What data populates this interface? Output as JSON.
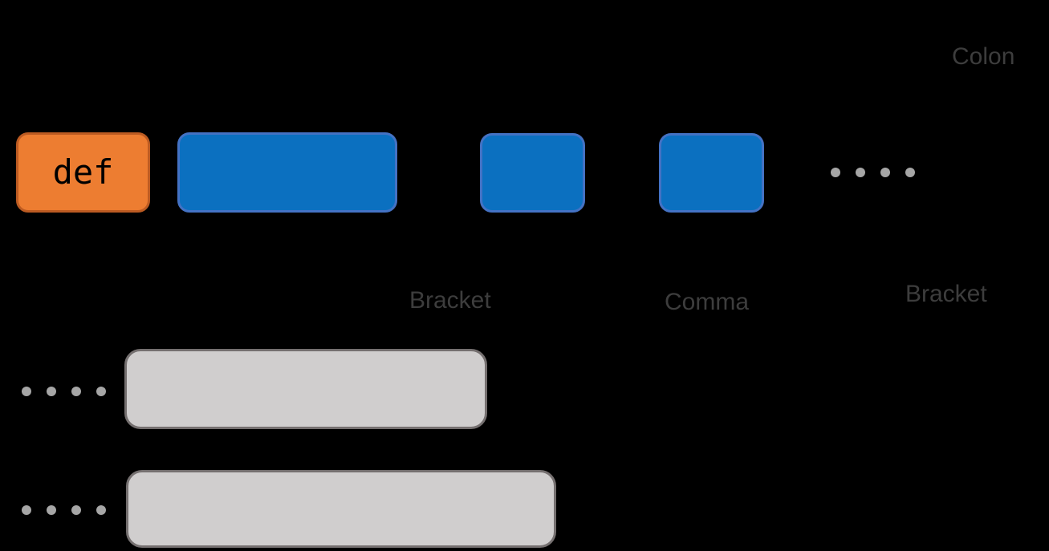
{
  "figure": {
    "background": "#000000"
  },
  "tokens": {
    "def_label": "def"
  },
  "annotations": {
    "colon": "Colon",
    "bracket_open": "Bracket",
    "comma": "Comma",
    "bracket_close": "Bracket"
  },
  "colors": {
    "background": "#000000",
    "keyword_fill": "#ED7D31",
    "keyword_border": "#BC5B22",
    "keyword_text": "#000000",
    "token_fill": "#0B70C0",
    "token_border": "#4472C4",
    "mask_fill": "#D0CECE",
    "mask_border": "#757070",
    "dot": "#A6A6A6",
    "annotation_text": "#3D3D3D"
  }
}
